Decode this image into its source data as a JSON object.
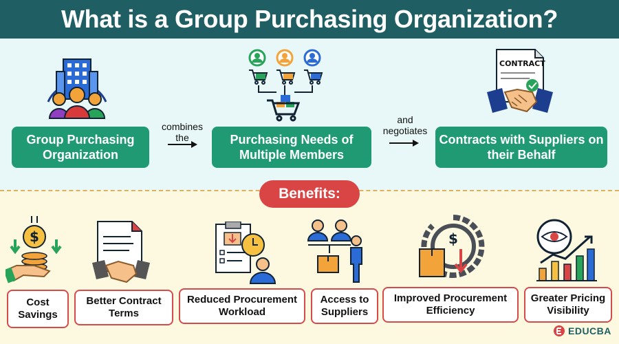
{
  "header": {
    "title": "What is a Group Purchasing Organization?"
  },
  "flow": {
    "steps": [
      {
        "label": "Group Purchasing Organization"
      },
      {
        "label": "Purchasing Needs of Multiple Members"
      },
      {
        "label": "Contracts with Suppliers on their Behalf"
      }
    ],
    "connectors": [
      {
        "label": "combines the"
      },
      {
        "label": "and negotiates"
      }
    ],
    "contract_label": "CONTRACT"
  },
  "benefits": {
    "title": "Benefits:",
    "items": [
      {
        "label": "Cost Savings"
      },
      {
        "label": "Better Contract Terms"
      },
      {
        "label": "Reduced Procurement Workload"
      },
      {
        "label": "Access to Suppliers"
      },
      {
        "label": "Improved Procurement Efficiency"
      },
      {
        "label": "Greater Pricing Visibility"
      }
    ]
  },
  "brand": {
    "name": "EDUCBA"
  },
  "colors": {
    "header": "#1f5f63",
    "step": "#1f9a72",
    "accent": "#d94545",
    "top_bg": "#e8f7f7",
    "bottom_bg": "#fdf8e0"
  }
}
